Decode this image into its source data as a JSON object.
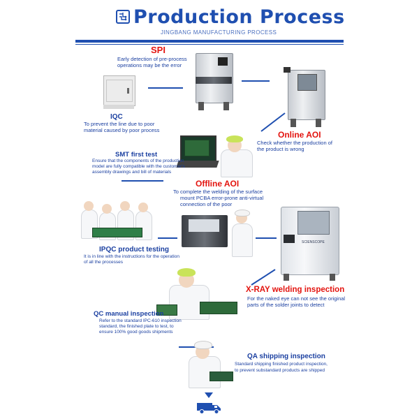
{
  "header": {
    "title": "Production Process",
    "subtitle": "JINGBANG MANUFACTURING PROCESS"
  },
  "steps": {
    "spi": {
      "title": "SPI",
      "desc_line1": "Early detection of pre-process",
      "desc_line2": "operations may be the error"
    },
    "iqc": {
      "title": "IQC",
      "desc_line1": "To prevent the line due to poor",
      "desc_line2": "material caused by poor process"
    },
    "online_aoi": {
      "title": "Online AOI",
      "desc_line1": "Check whether the production of",
      "desc_line2": "the product is wrong"
    },
    "smt_first_test": {
      "title": "SMT first test",
      "desc_line1": "Ensure that the components of the production",
      "desc_line2": "model are fully compatible with the customer's",
      "desc_line3": "assembly drawings and bill of materials"
    },
    "offline_aoi": {
      "title": "Offline AOI",
      "desc_line1": "To complete the welding of the surface",
      "desc_line2": "mount PCBA error-prone anti-virtual",
      "desc_line3": "connection of the poor"
    },
    "ipqc": {
      "title": "IPQC product testing",
      "desc_line1": "It is in line with the instructions for the operation",
      "desc_line2": "of all the processes"
    },
    "xray": {
      "title": "X-RAY welding inspection",
      "desc_line1": "For the naked eye can not see the original",
      "desc_line2": "parts of the solder joints to detect"
    },
    "qc_manual": {
      "title": "QC manual inspection",
      "desc_line1": "Refer to the standard IPC-610 inspection",
      "desc_line2": "standard, the finished plate to test, to",
      "desc_line3": "ensure 100% good goods shipments"
    },
    "qa_shipping": {
      "title": "QA shipping inspection",
      "desc_line1": "Standard shipping finished product inspection,",
      "desc_line2": "to prevent substandard products are shipped"
    }
  },
  "machine_labels": {
    "xray_brand": "SCIENSCOPE"
  },
  "colors": {
    "accent_blue": "#1f4fb0",
    "text_blue": "#1a3fa0",
    "red": "#e3140f"
  },
  "icons": [
    "circuit-logo-icon",
    "down-arrow-icon",
    "delivery-truck-icon"
  ]
}
